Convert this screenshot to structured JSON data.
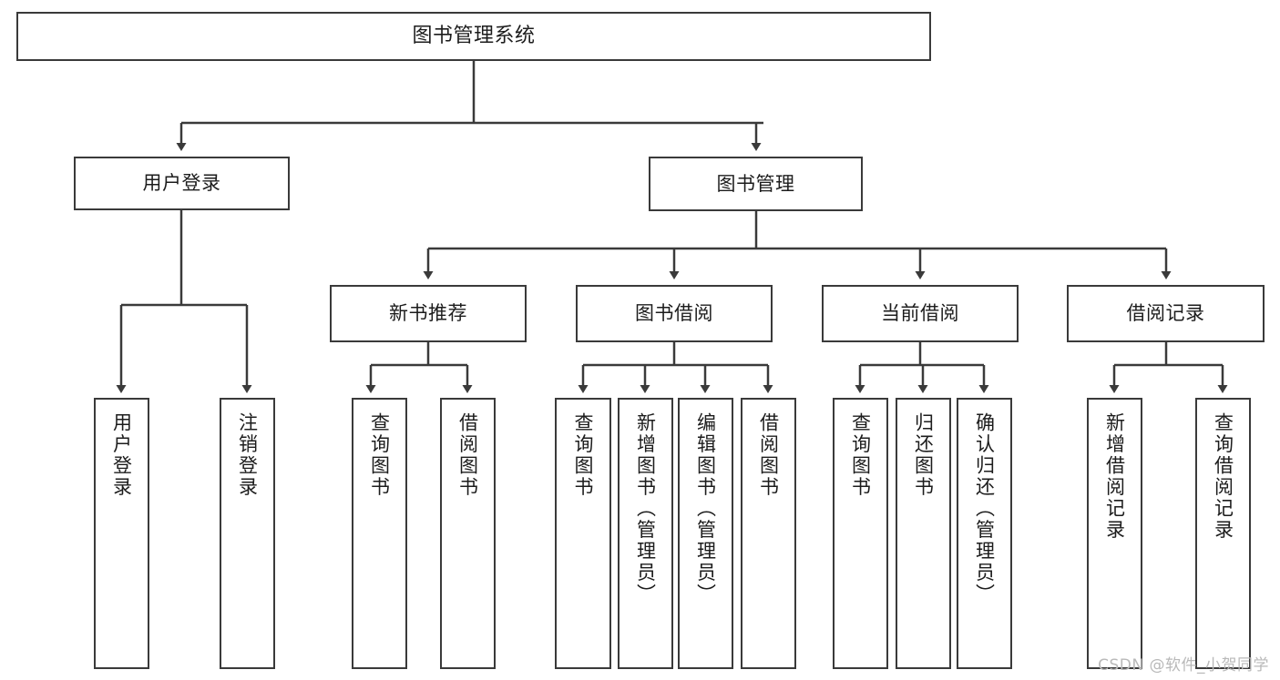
{
  "diagram": {
    "title": "图书管理系统",
    "watermark": "CSDN @软件_小贺同学",
    "nodes": {
      "root": {
        "label": "图书管理系统"
      },
      "level2": [
        {
          "id": "user-login",
          "label": "用户登录"
        },
        {
          "id": "book-manage",
          "label": "图书管理"
        }
      ],
      "level3": [
        {
          "id": "new-book-recommend",
          "label": "新书推荐"
        },
        {
          "id": "book-borrow",
          "label": "图书借阅"
        },
        {
          "id": "current-borrow",
          "label": "当前借阅"
        },
        {
          "id": "borrow-record",
          "label": "借阅记录"
        }
      ],
      "leaves": {
        "user_login": [
          {
            "id": "leaf-user-login",
            "label": "用户登录"
          },
          {
            "id": "leaf-user-logout",
            "label": "注销登录"
          }
        ],
        "new_book_recommend": [
          {
            "id": "leaf-query-book-1",
            "label": "查询图书"
          },
          {
            "id": "leaf-borrow-book-1",
            "label": "借阅图书"
          }
        ],
        "book_borrow": [
          {
            "id": "leaf-query-book-2",
            "label": "查询图书"
          },
          {
            "id": "leaf-add-book",
            "label": "新增图书（管理员）"
          },
          {
            "id": "leaf-edit-book",
            "label": "编辑图书（管理员）"
          },
          {
            "id": "leaf-borrow-book-2",
            "label": "借阅图书"
          }
        ],
        "current_borrow": [
          {
            "id": "leaf-query-book-3",
            "label": "查询图书"
          },
          {
            "id": "leaf-return-book",
            "label": "归还图书"
          },
          {
            "id": "leaf-confirm-return",
            "label": "确认归还（管理员）"
          }
        ],
        "borrow_record": [
          {
            "id": "leaf-add-borrow-record",
            "label": "新增借阅记录"
          },
          {
            "id": "leaf-query-borrow-record",
            "label": "查询借阅记录"
          }
        ]
      }
    },
    "colors": {
      "stroke": "#3a3a3a",
      "fill": "#ffffff",
      "text": "#1c1c1c",
      "watermark": "#b9b9b9"
    }
  }
}
